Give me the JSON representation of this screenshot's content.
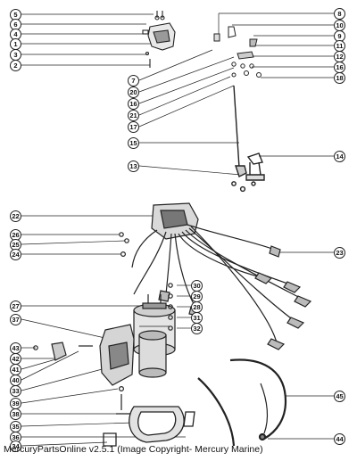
{
  "callouts": [
    {
      "label": "5",
      "side": "left"
    },
    {
      "label": "6",
      "side": "left"
    },
    {
      "label": "4",
      "side": "left"
    },
    {
      "label": "1",
      "side": "left"
    },
    {
      "label": "3",
      "side": "left"
    },
    {
      "label": "2",
      "side": "left"
    },
    {
      "label": "8",
      "side": "right"
    },
    {
      "label": "10",
      "side": "right"
    },
    {
      "label": "9",
      "side": "right"
    },
    {
      "label": "11",
      "side": "right"
    },
    {
      "label": "12",
      "side": "right"
    },
    {
      "label": "16",
      "side": "right"
    },
    {
      "label": "18",
      "side": "right"
    },
    {
      "label": "7",
      "side": "center"
    },
    {
      "label": "20",
      "side": "center"
    },
    {
      "label": "16",
      "side": "center"
    },
    {
      "label": "21",
      "side": "center"
    },
    {
      "label": "17",
      "side": "center"
    },
    {
      "label": "15",
      "side": "center"
    },
    {
      "label": "13",
      "side": "center"
    },
    {
      "label": "14",
      "side": "right"
    },
    {
      "label": "22",
      "side": "left"
    },
    {
      "label": "26",
      "side": "left"
    },
    {
      "label": "25",
      "side": "left"
    },
    {
      "label": "24",
      "side": "left"
    },
    {
      "label": "23",
      "side": "right"
    },
    {
      "label": "27",
      "side": "left"
    },
    {
      "label": "37",
      "side": "left"
    },
    {
      "label": "30",
      "side": "center"
    },
    {
      "label": "29",
      "side": "center"
    },
    {
      "label": "28",
      "side": "center"
    },
    {
      "label": "31",
      "side": "center"
    },
    {
      "label": "32",
      "side": "center"
    },
    {
      "label": "43",
      "side": "left"
    },
    {
      "label": "42",
      "side": "left"
    },
    {
      "label": "41",
      "side": "left"
    },
    {
      "label": "40",
      "side": "left"
    },
    {
      "label": "33",
      "side": "left"
    },
    {
      "label": "39",
      "side": "left"
    },
    {
      "label": "38",
      "side": "left"
    },
    {
      "label": "35",
      "side": "left"
    },
    {
      "label": "36",
      "side": "left"
    },
    {
      "label": "34",
      "side": "left"
    },
    {
      "label": "45",
      "side": "right"
    },
    {
      "label": "44",
      "side": "right"
    }
  ],
  "caption": "MercuryPartsOnline v2.5.1 (Image Copyright- Mercury Marine)"
}
